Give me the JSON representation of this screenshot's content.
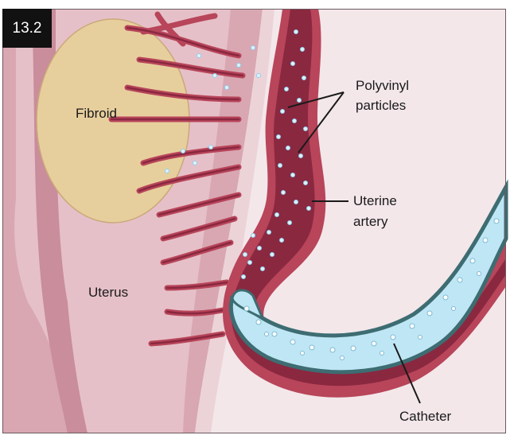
{
  "figure": {
    "number": "13.2"
  },
  "labels": {
    "fibroid": "Fibroid",
    "uterus": "Uterus",
    "polyvinyl_line1": "Polyvinyl",
    "polyvinyl_line2": "particles",
    "uterine_line1": "Uterine",
    "uterine_line2": "artery",
    "catheter": "Catheter"
  },
  "colors": {
    "background": "#f3e7ea",
    "uterus_tissue": "#d8a7b2",
    "uterus_light": "#ecd3d8",
    "fibroid": "#e7cf9d",
    "artery_wall": "#b8455a",
    "artery_lumen": "#8a2840",
    "catheter_fill": "#bfe6f4",
    "catheter_edge": "#3d6d72",
    "particle": "#dff4ff"
  }
}
